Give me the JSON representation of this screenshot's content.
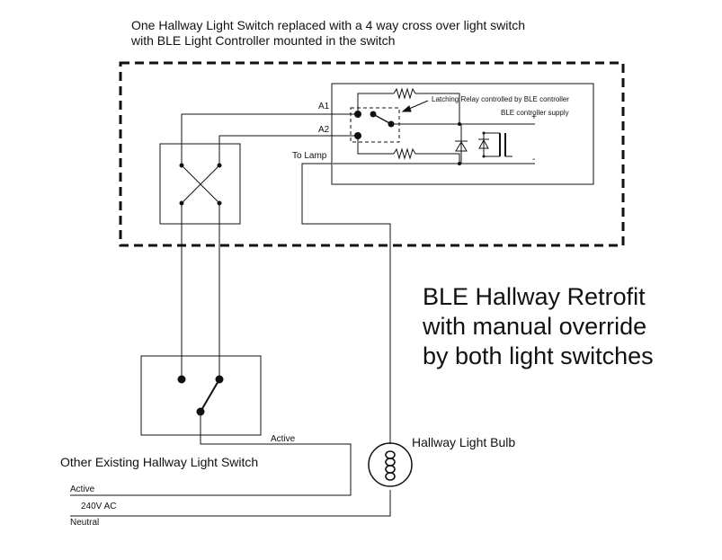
{
  "header": {
    "line1": "One Hallway Light Switch replaced with a 4 way cross over light switch",
    "line2": "with BLE Light Controller mounted in the switch"
  },
  "relay_box": {
    "relay_label": "Latching Relay controlled by BLE controller",
    "supply_label": "BLE controller supply",
    "plus": "+",
    "minus": "-"
  },
  "terminals": {
    "a1": "A1",
    "a2": "A2",
    "to_lamp": "To Lamp"
  },
  "title": {
    "line1": "BLE Hallway Retrofit",
    "line2": "with manual override",
    "line3": "by both light switches"
  },
  "bulb": {
    "label": "Hallway Light Bulb"
  },
  "other_switch": {
    "label": "Other Existing Hallway Light Switch",
    "active": "Active"
  },
  "mains": {
    "active": "Active",
    "voltage": "240V AC",
    "neutral": "Neutral"
  }
}
